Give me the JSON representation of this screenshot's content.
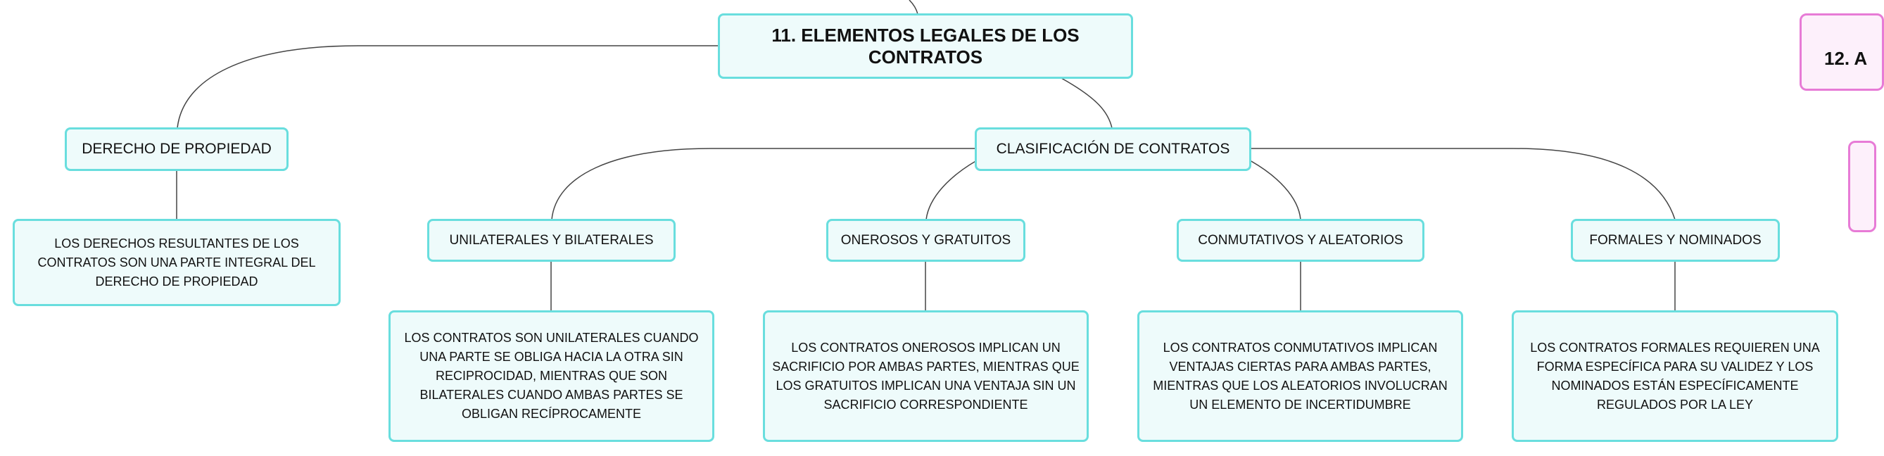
{
  "map": {
    "root": "11. ELEMENTOS LEGALES DE LOS CONTRATOS",
    "derecho": {
      "label": "DERECHO DE PROPIEDAD",
      "note": "LOS DERECHOS RESULTANTES DE LOS CONTRATOS SON UNA PARTE INTEGRAL DEL DERECHO DE PROPIEDAD"
    },
    "clasificacion": {
      "label": "CLASIFICACIÓN DE CONTRATOS",
      "children": [
        {
          "label": "UNILATERALES Y BILATERALES",
          "note": "LOS CONTRATOS SON UNILATERALES CUANDO UNA PARTE SE OBLIGA HACIA LA OTRA SIN RECIPROCIDAD, MIENTRAS QUE SON BILATERALES CUANDO AMBAS PARTES SE OBLIGAN RECÍPROCAMENTE"
        },
        {
          "label": "ONEROSOS Y GRATUITOS",
          "note": "LOS CONTRATOS ONEROSOS IMPLICAN UN SACRIFICIO POR AMBAS PARTES, MIENTRAS QUE LOS GRATUITOS IMPLICAN UNA VENTAJA SIN UN SACRIFICIO CORRESPONDIENTE"
        },
        {
          "label": "CONMUTATIVOS Y ALEATORIOS",
          "note": "LOS CONTRATOS CONMUTATIVOS IMPLICAN VENTAJAS CIERTAS PARA AMBAS PARTES, MIENTRAS QUE LOS ALEATORIOS INVOLUCRAN UN ELEMENTO DE INCERTIDUMBRE"
        },
        {
          "label": "FORMALES Y NOMINADOS",
          "note": "LOS CONTRATOS FORMALES REQUIEREN UNA FORMA ESPECÍFICA PARA SU VALIDEZ Y LOS NOMINADOS ESTÁN ESPECÍFICAMENTE REGULADOS POR LA LEY"
        }
      ]
    },
    "next_topic": "12. A"
  },
  "colors": {
    "node_border": "#69dede",
    "node_fill": "#eefbfb",
    "next_topic_border": "#e77bd6",
    "link": "#444444"
  }
}
